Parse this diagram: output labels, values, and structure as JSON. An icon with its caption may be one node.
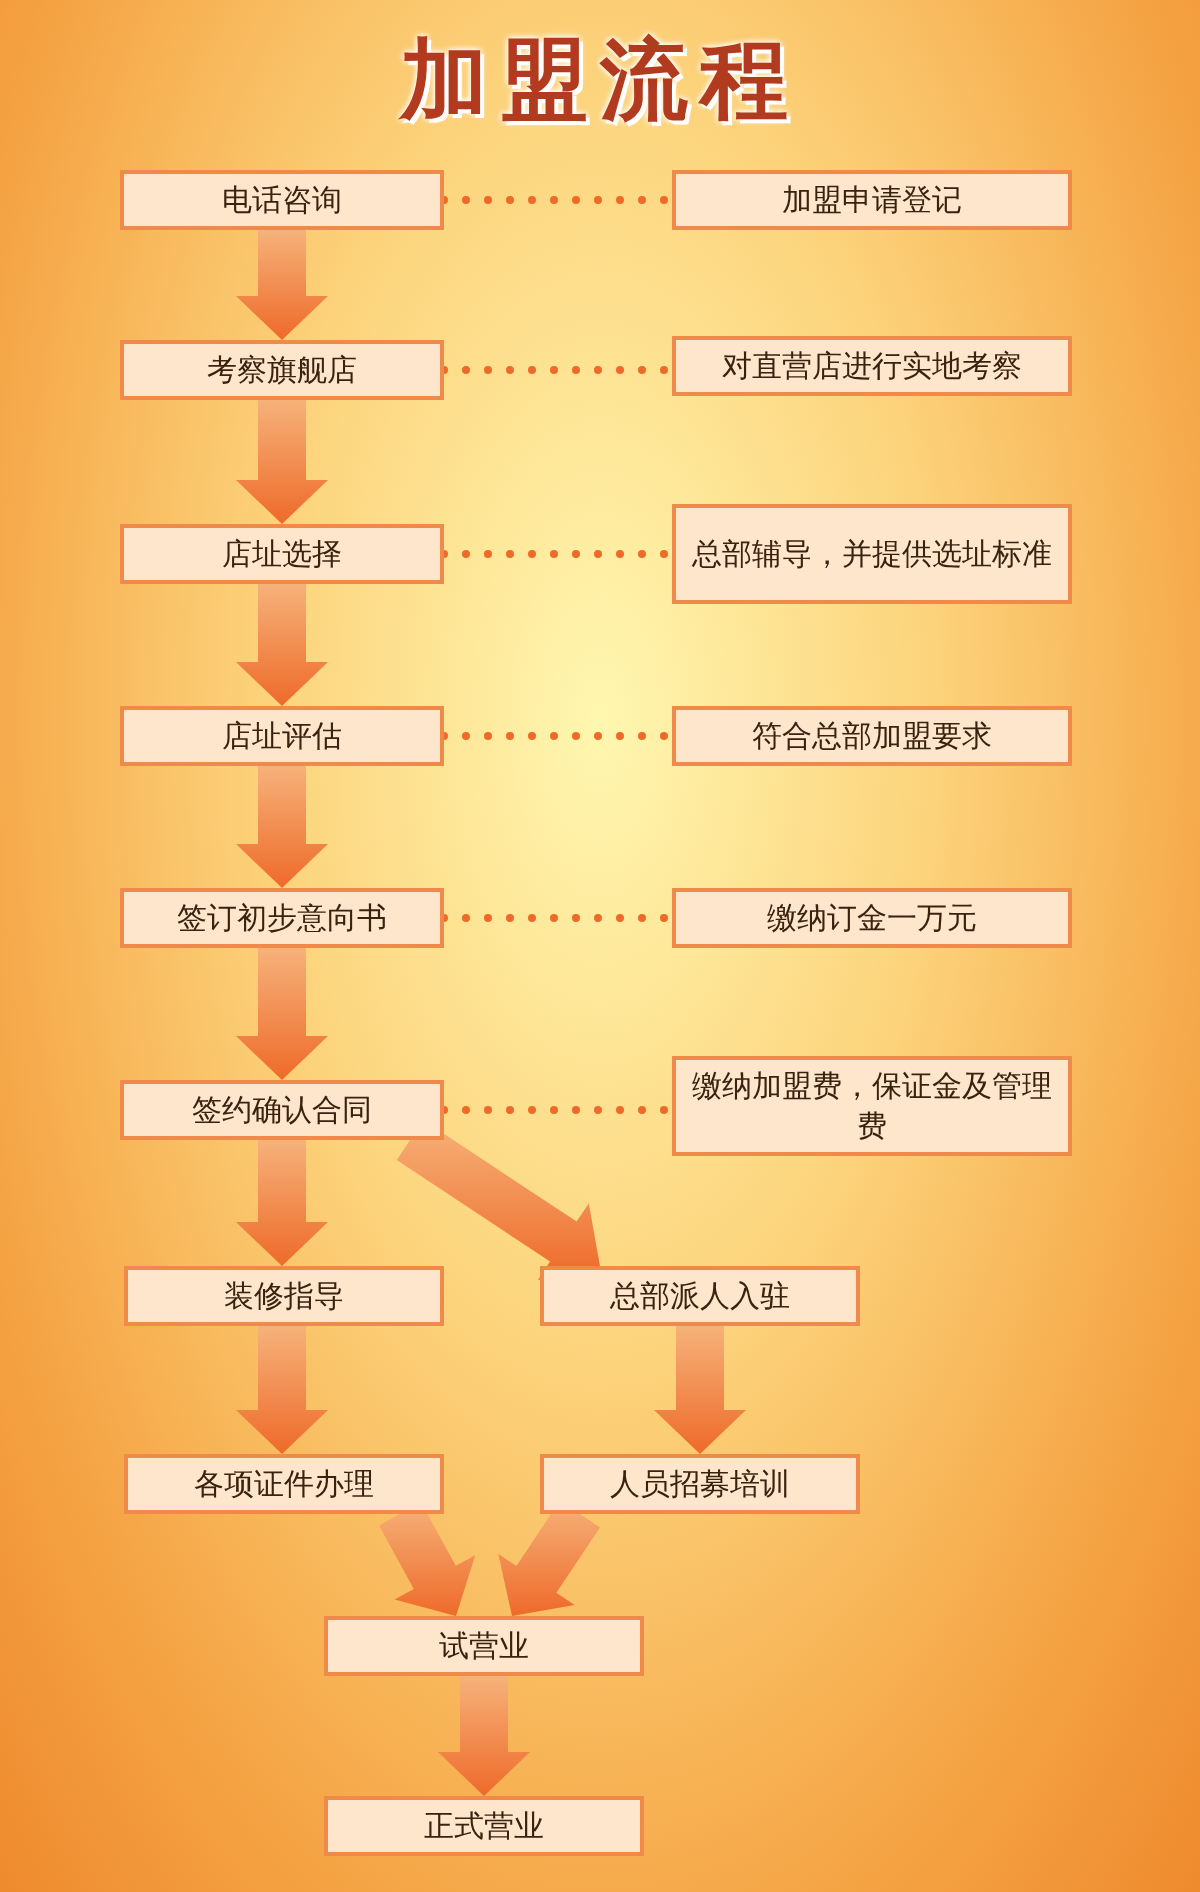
{
  "diagram": {
    "title": "加盟流程",
    "nodes": [
      {
        "text": [
          "电话咨询"
        ]
      },
      {
        "text": [
          "加盟申请登记"
        ]
      },
      {
        "text": [
          "考察旗舰店"
        ]
      },
      {
        "text": [
          "对直营店进行实地考察"
        ]
      },
      {
        "text": [
          "店址选择"
        ]
      },
      {
        "text": [
          "总部辅导，并提供选址标准"
        ]
      },
      {
        "text": [
          "店址评估"
        ]
      },
      {
        "text": [
          "符合总部加盟要求"
        ]
      },
      {
        "text": [
          "签订初步意向书"
        ]
      },
      {
        "text": [
          "缴纳订金一万元"
        ]
      },
      {
        "text": [
          "签约确认合同"
        ]
      },
      {
        "text": [
          "缴纳加盟费，保证金及管理费"
        ]
      },
      {
        "text": [
          "装修指导"
        ]
      },
      {
        "text": [
          "总部派人入驻"
        ]
      },
      {
        "text": [
          "各项证件办理"
        ]
      },
      {
        "text": [
          "人员招募培训"
        ]
      },
      {
        "text": [
          "试营业"
        ]
      },
      {
        "text": [
          "正式营业"
        ]
      }
    ],
    "edges": [
      {
        "from": 0,
        "to": 1,
        "arrow": "none",
        "style": "dashed"
      },
      {
        "from": 2,
        "to": 3,
        "arrow": "none",
        "style": "dashed"
      },
      {
        "from": 4,
        "to": 5,
        "arrow": "none",
        "style": "dashed"
      },
      {
        "from": 6,
        "to": 7,
        "arrow": "none",
        "style": "dashed"
      },
      {
        "from": 8,
        "to": 9,
        "arrow": "none",
        "style": "dashed"
      },
      {
        "from": 10,
        "to": 11,
        "arrow": "none",
        "style": "dashed"
      },
      {
        "from": 0,
        "to": 2,
        "arrow": "to"
      },
      {
        "from": 2,
        "to": 4,
        "arrow": "to"
      },
      {
        "from": 4,
        "to": 6,
        "arrow": "to"
      },
      {
        "from": 6,
        "to": 8,
        "arrow": "to"
      },
      {
        "from": 8,
        "to": 10,
        "arrow": "to"
      },
      {
        "from": 10,
        "to": 12,
        "arrow": "to"
      },
      {
        "from": 10,
        "to": 13,
        "arrow": "to"
      },
      {
        "from": 12,
        "to": 14,
        "arrow": "to"
      },
      {
        "from": 13,
        "to": 15,
        "arrow": "to"
      },
      {
        "from": 14,
        "to": 16,
        "arrow": "to"
      },
      {
        "from": 15,
        "to": 16,
        "arrow": "to"
      },
      {
        "from": 16,
        "to": 17,
        "arrow": "to"
      }
    ]
  }
}
